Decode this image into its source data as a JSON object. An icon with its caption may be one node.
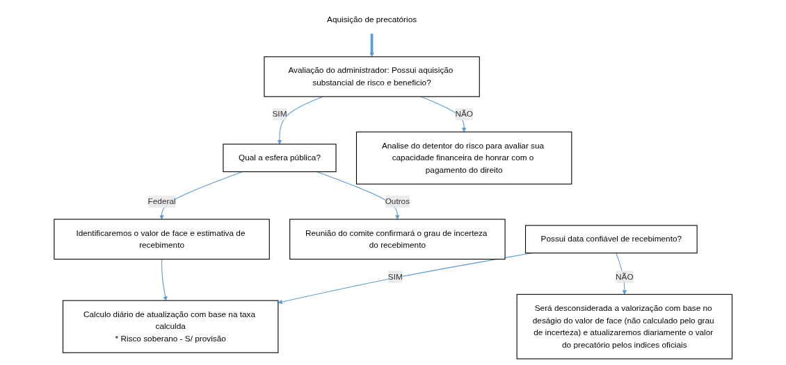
{
  "diagram": {
    "nodes": [
      {
        "text": [
          "Aquisição de precatórios"
        ]
      },
      {
        "text": [
          "Avaliação do administrador: Possui aquisição substancial de risco e beneficio?"
        ]
      },
      {
        "text": [
          "Qual a esfera pública?"
        ]
      },
      {
        "text": [
          "Analise do detentor do risco para avaliar sua capacidade financeira de honrar com o pagamento do direito"
        ]
      },
      {
        "text": [
          "Identificaremos o valor de face e estimativa de recebimento"
        ]
      },
      {
        "text": [
          "Reunião do comite confirmará o grau de incerteza do recebimento"
        ]
      },
      {
        "text": [
          "Possui data confiável de recebimento?"
        ]
      },
      {
        "text": [
          "Calculo diário de atualização com base na taxa calculda",
          "* Risco soberano - S/ provisão"
        ]
      },
      {
        "text": [
          "Será desconsiderada a valorização com base no deságio do valor de face (não calculado pelo grau de incerteza) e atualizaremos diariamente o valor do precatório pelos indices oficiais"
        ]
      }
    ],
    "edges": [
      {
        "from": 0,
        "to": 1,
        "arrow": "to",
        "style": "thick"
      },
      {
        "from": 1,
        "to": 2,
        "arrow": "to",
        "label": "SIM"
      },
      {
        "from": 1,
        "to": 3,
        "arrow": "to",
        "label": "NÃO"
      },
      {
        "from": 2,
        "to": 4,
        "arrow": "to",
        "label": "Federal"
      },
      {
        "from": 2,
        "to": 5,
        "arrow": "to",
        "label": "Outros"
      },
      {
        "from": 4,
        "to": 7,
        "arrow": "to"
      },
      {
        "from": 6,
        "to": 7,
        "arrow": "to",
        "label": "SIM"
      },
      {
        "from": 6,
        "to": 8,
        "arrow": "to",
        "label": "NÃO"
      }
    ]
  }
}
